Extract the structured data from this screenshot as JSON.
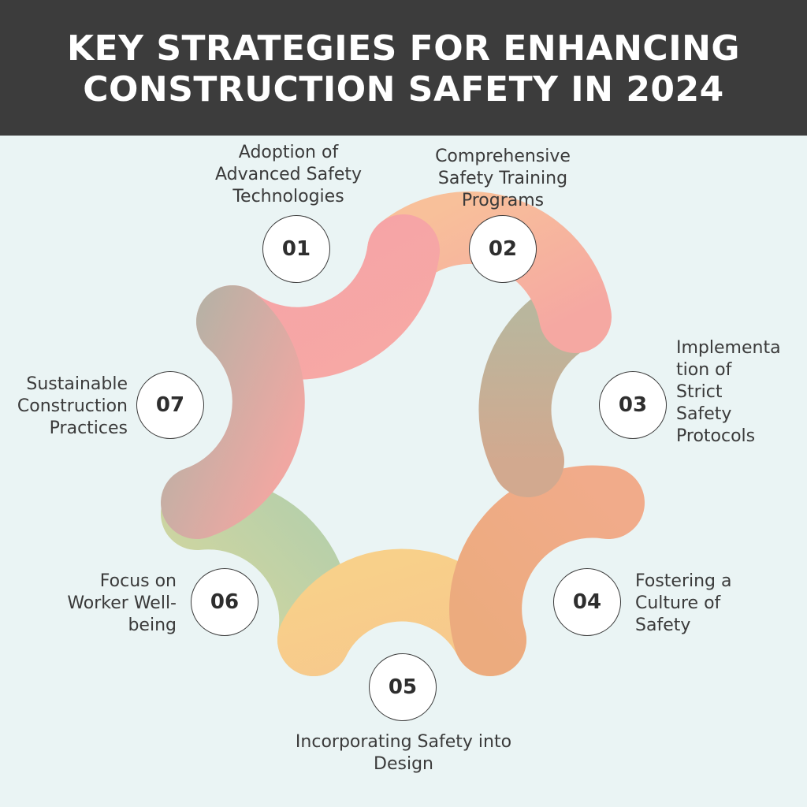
{
  "header": {
    "title_line1": "KEY STRATEGIES FOR ENHANCING",
    "title_line2": "CONSTRUCTION SAFETY IN 2024"
  },
  "colors": {
    "header_bg": "#3c3c3c",
    "page_bg": "#eaf4f4",
    "arc1": [
      "#f5a3a6",
      "#f7a8a5"
    ],
    "arc2": [
      "#f8c09a",
      "#f5a8a2"
    ],
    "arc3": [
      "#b9b69d",
      "#d2a98f"
    ],
    "arc4": [
      "#f1ab8a",
      "#ecab7e"
    ],
    "arc5": [
      "#f8d08a",
      "#f7c98c"
    ],
    "arc6": [
      "#b6cfaa",
      "#d5d79e"
    ],
    "arc7": [
      "#b9b1a5",
      "#f0a7a2"
    ]
  },
  "items": [
    {
      "number": "01",
      "label": "Adoption of\nAdvanced Safety\nTechnologies"
    },
    {
      "number": "02",
      "label": "Comprehensive\nSafety Training\nPrograms"
    },
    {
      "number": "03",
      "label": "Implementa\ntion of\nStrict\nSafety\nProtocols"
    },
    {
      "number": "04",
      "label": "Fostering a\nCulture of\nSafety"
    },
    {
      "number": "05",
      "label": "Incorporating Safety into\nDesign"
    },
    {
      "number": "06",
      "label": "Focus on\nWorker Well-\nbeing"
    },
    {
      "number": "07",
      "label": "Sustainable\nConstruction\nPractices"
    }
  ]
}
